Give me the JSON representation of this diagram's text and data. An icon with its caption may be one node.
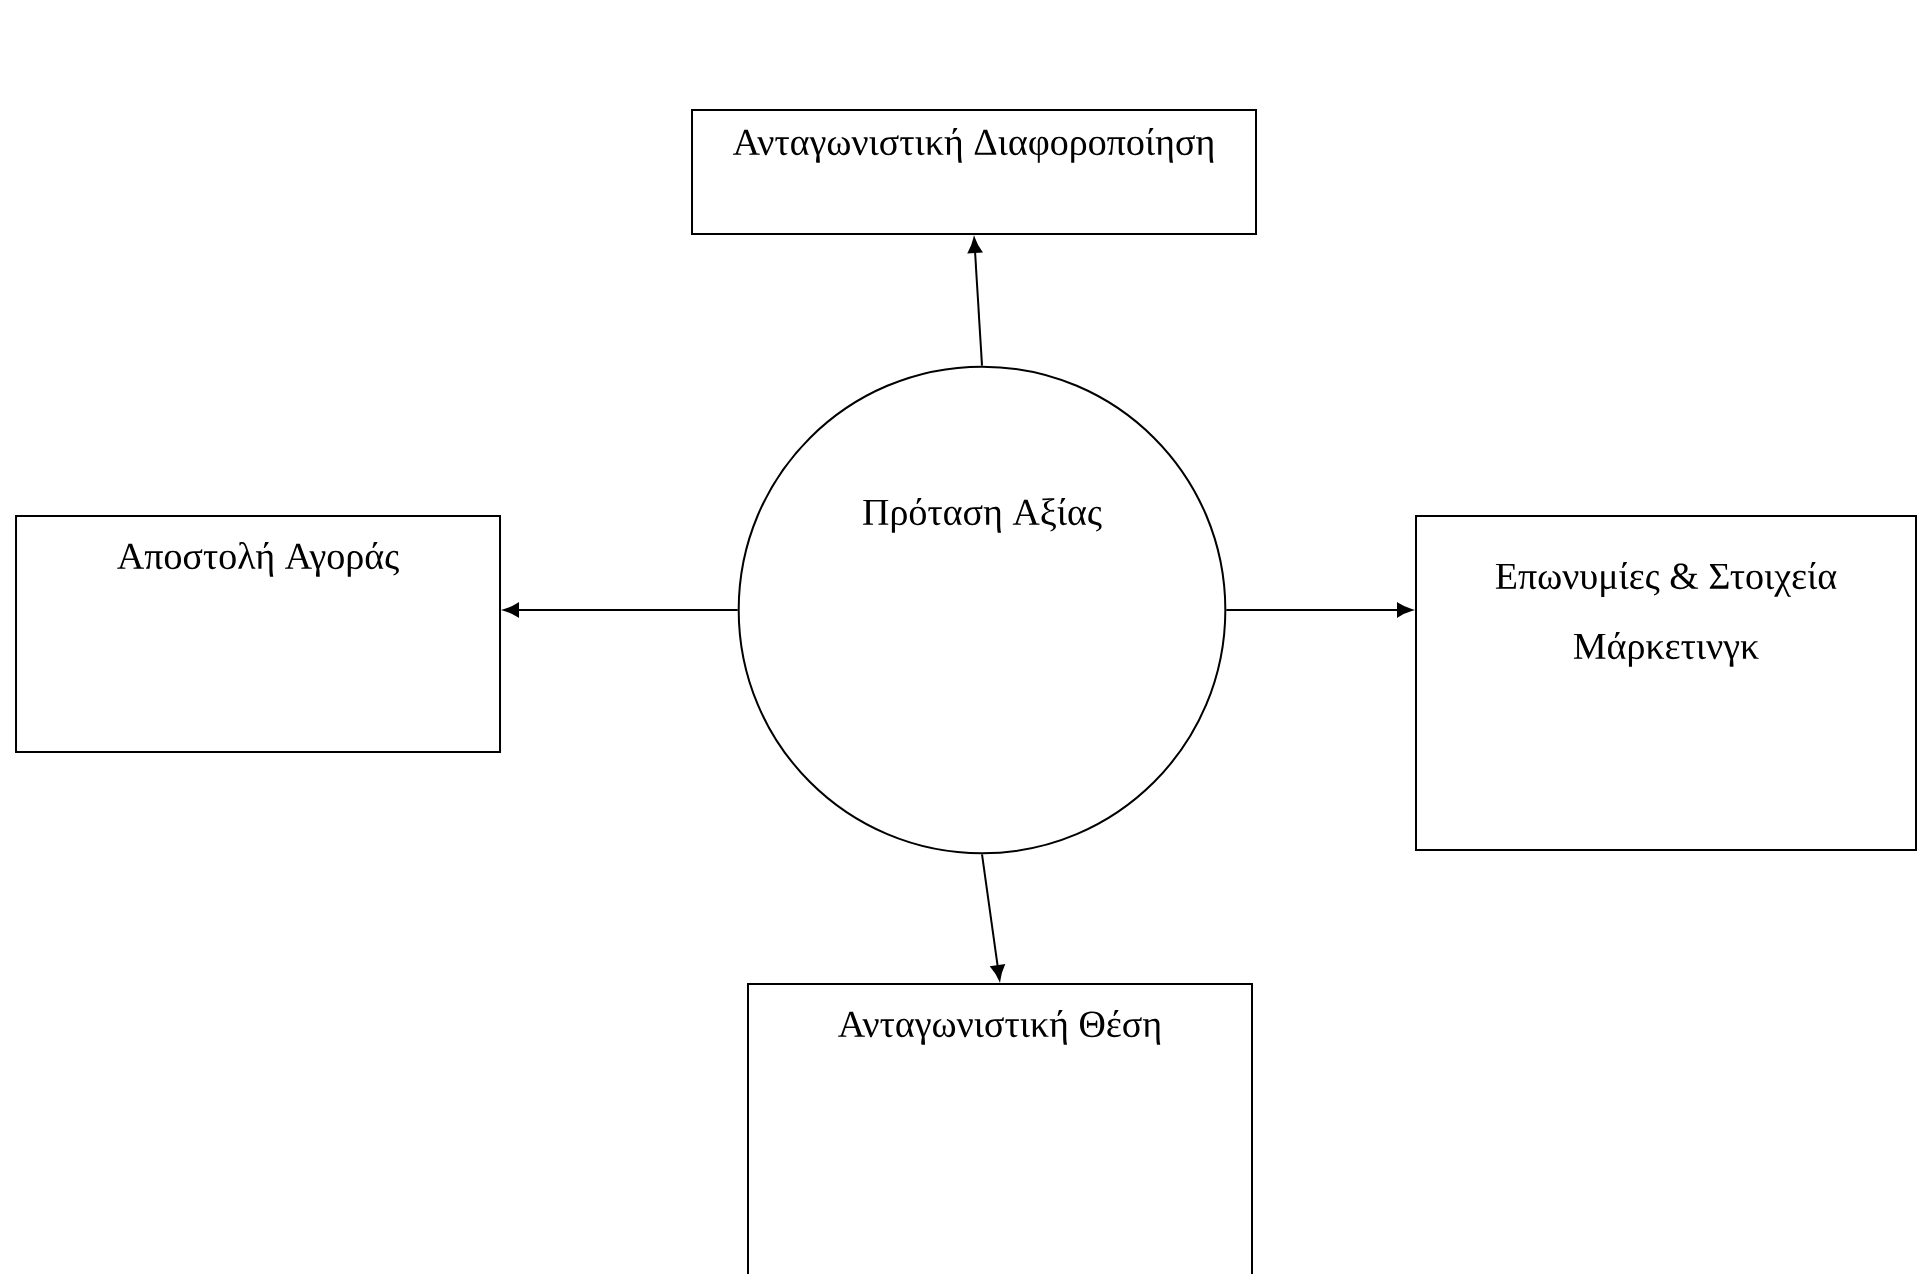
{
  "diagram": {
    "nodes": [
      {
        "text": [
          "Ανταγωνιστική Διαφοροποίηση"
        ]
      },
      {
        "text": [
          "Αποστολή Αγοράς"
        ]
      },
      {
        "text": [
          "Πρόταση Αξίας"
        ]
      },
      {
        "text": [
          "Επωνυμίες & Στοιχεία Μάρκετινγκ"
        ]
      },
      {
        "text": [
          "Ανταγωνιστική Θέση"
        ]
      }
    ],
    "edges": [
      {
        "from": 2,
        "to": 0,
        "arrow": "to"
      },
      {
        "from": 2,
        "to": 1,
        "arrow": "to"
      },
      {
        "from": 2,
        "to": 3,
        "arrow": "to"
      },
      {
        "from": 2,
        "to": 4,
        "arrow": "to"
      }
    ]
  }
}
